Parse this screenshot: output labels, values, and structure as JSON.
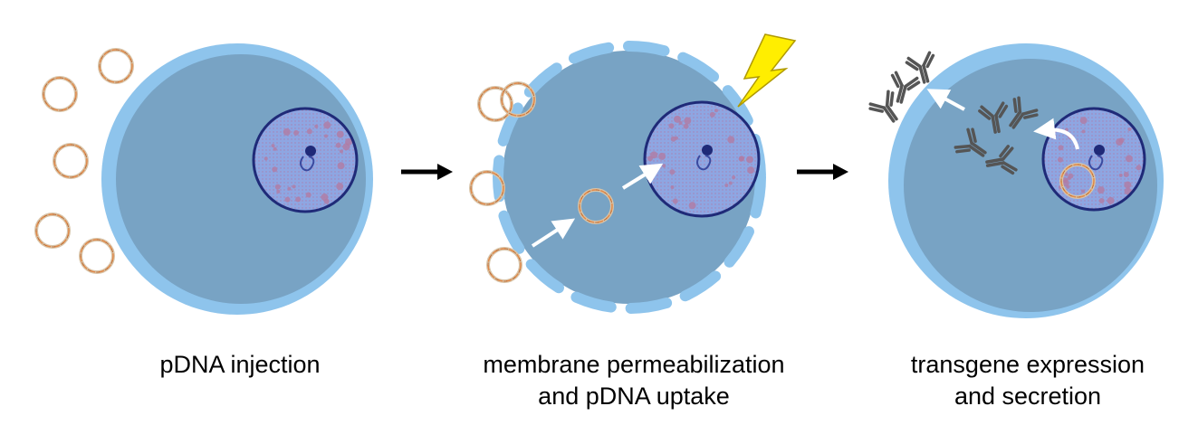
{
  "steps": [
    {
      "label_lines": [
        "pDNA injection"
      ]
    },
    {
      "label_lines": [
        "membrane permeabilization",
        "and pDNA uptake"
      ]
    },
    {
      "label_lines": [
        "transgene expression",
        "and secretion"
      ]
    }
  ],
  "colors": {
    "membrane": "#8ec4ec",
    "cytoplasm": "#78a3c4",
    "nucleus": "#8ea6e2",
    "nucleus_border": "#1f2a78",
    "chromatin": "#b27ca4",
    "plasmid": "#e0894a",
    "antibody": "#555555",
    "lightning": "#ffee00",
    "arrow": "#000000"
  }
}
